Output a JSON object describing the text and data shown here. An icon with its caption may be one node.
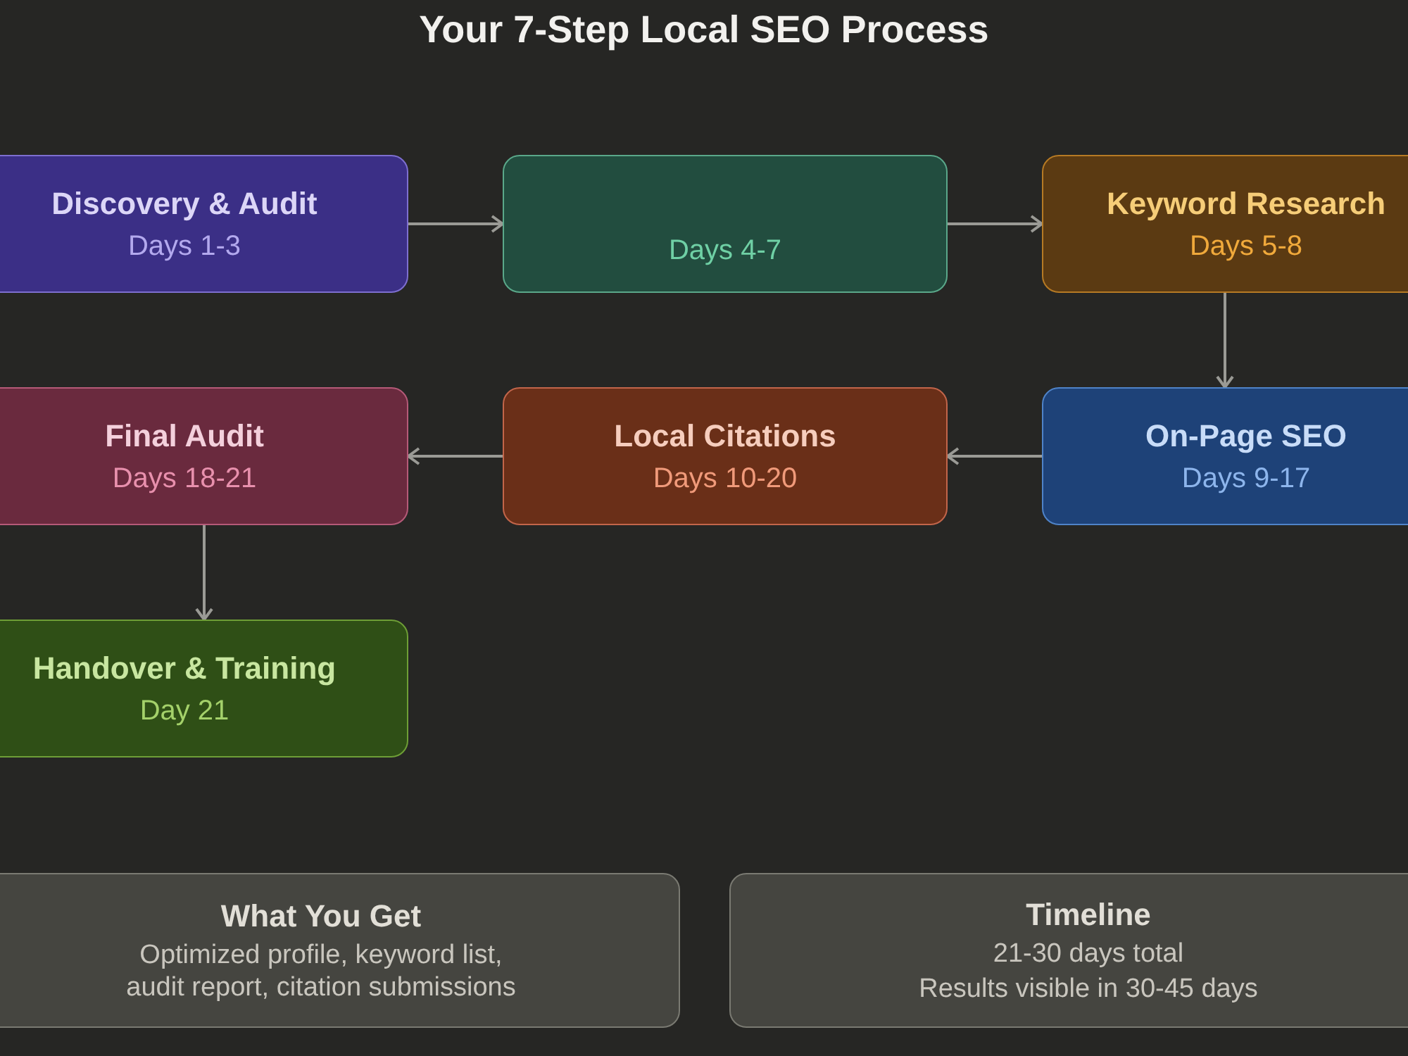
{
  "diagram": {
    "title": "Your 7-Step Local SEO Process",
    "nodes": [
      {
        "text": [
          "Discovery & Audit",
          "Days 1-3"
        ]
      },
      {
        "text": [
          "Days 4-7"
        ]
      },
      {
        "text": [
          "Keyword Research",
          "Days 5-8"
        ]
      },
      {
        "text": [
          "On-Page SEO",
          "Days 9-17"
        ]
      },
      {
        "text": [
          "Local Citations",
          "Days 10-20"
        ]
      },
      {
        "text": [
          "Final Audit",
          "Days 18-21"
        ]
      },
      {
        "text": [
          "Handover & Training",
          "Day 21"
        ]
      },
      {
        "text": [
          "What You Get",
          "Optimized profile, keyword list, audit report, citation submissions"
        ]
      },
      {
        "text": [
          "Timeline",
          "21-30 days total",
          "Results visible in 30-45 days"
        ]
      }
    ],
    "edges": [
      {
        "from": 0,
        "to": 1,
        "arrow": "to"
      },
      {
        "from": 1,
        "to": 2,
        "arrow": "to"
      },
      {
        "from": 2,
        "to": 3,
        "arrow": "to"
      },
      {
        "from": 3,
        "to": 4,
        "arrow": "to"
      },
      {
        "from": 4,
        "to": 5,
        "arrow": "to"
      },
      {
        "from": 5,
        "to": 6,
        "arrow": "to"
      }
    ]
  }
}
